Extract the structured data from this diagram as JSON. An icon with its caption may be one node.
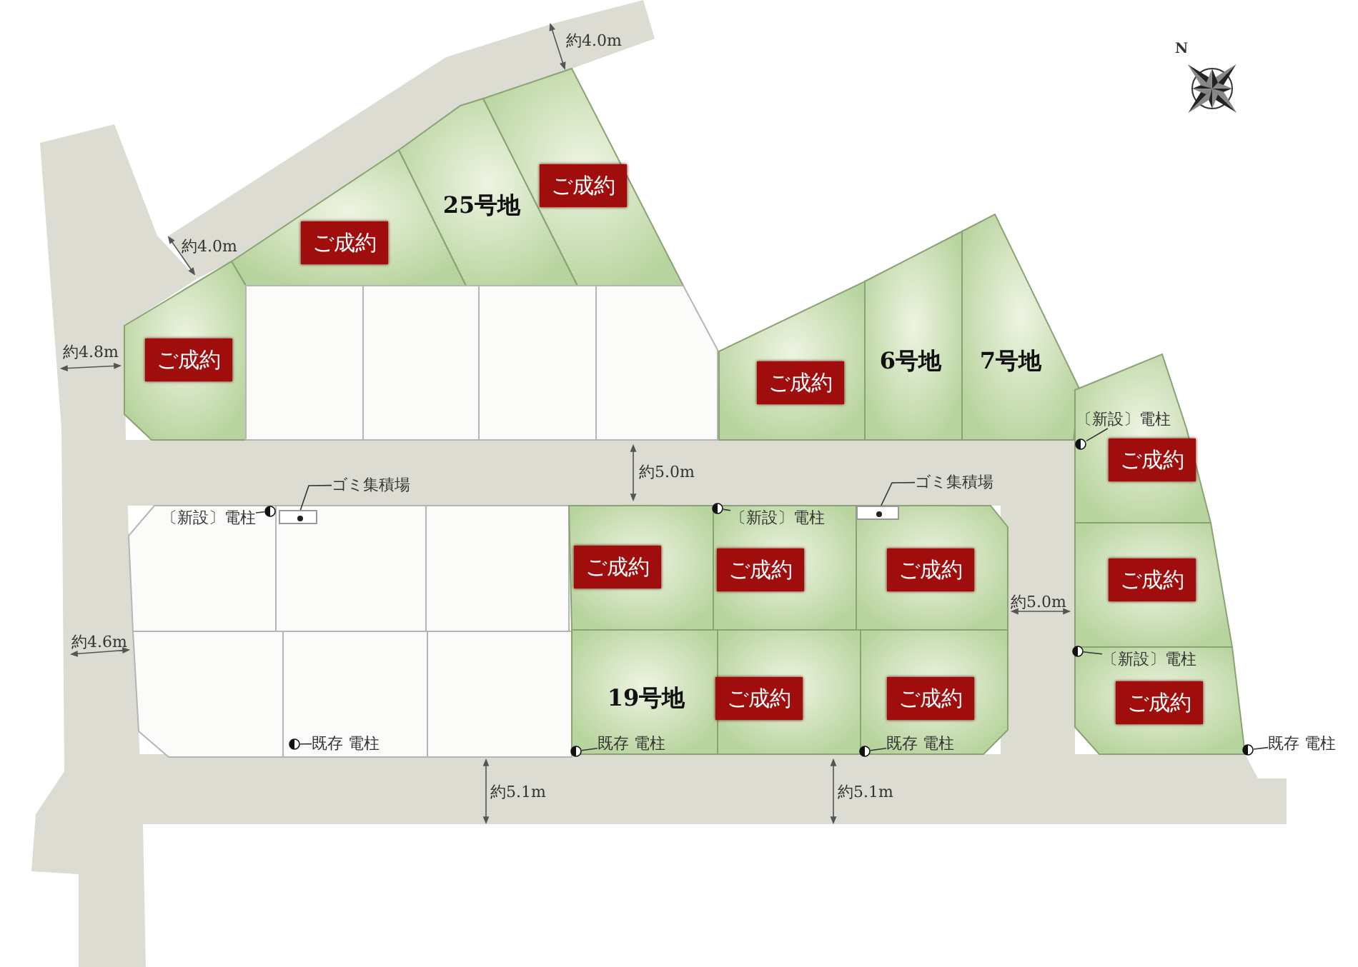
{
  "diagram": {
    "nodes": [
      {
        "text": [
          "ご成約"
        ]
      },
      {
        "text": [
          "25号地"
        ]
      },
      {
        "text": [
          "ご成約"
        ]
      },
      {
        "text": [
          "ご成約"
        ]
      },
      {
        "text": [],
        "shape": "box"
      },
      {
        "text": [],
        "shape": "box"
      },
      {
        "text": [],
        "shape": "box"
      },
      {
        "text": [],
        "shape": "box"
      },
      {
        "text": [
          "ご成約"
        ]
      },
      {
        "text": [
          "6号地"
        ]
      },
      {
        "text": [
          "7号地"
        ]
      },
      {
        "text": [
          "ご成約"
        ]
      },
      {
        "text": [],
        "shape": "box"
      },
      {
        "text": [],
        "shape": "box"
      },
      {
        "text": [],
        "shape": "box"
      },
      {
        "text": [
          "ご成約"
        ]
      },
      {
        "text": [
          "ご成約"
        ]
      },
      {
        "text": [
          "ご成約"
        ]
      },
      {
        "text": [
          "ご成約"
        ]
      },
      {
        "text": [],
        "shape": "box"
      },
      {
        "text": [],
        "shape": "box"
      },
      {
        "text": [],
        "shape": "box"
      },
      {
        "text": [
          "19号地"
        ]
      },
      {
        "text": [
          "ご成約"
        ]
      },
      {
        "text": [
          "ご成約"
        ]
      },
      {
        "text": [
          "ご成約"
        ]
      },
      {
        "text": [
          "〔新設〕電柱"
        ],
        "in": 11
      },
      {
        "text": [],
        "shape": "circle",
        "in": 11
      },
      {
        "text": [
          "ゴミ集積場"
        ]
      },
      {
        "text": [],
        "shape": "box",
        "in": 13
      },
      {
        "text": [
          "ゴミ集積場"
        ]
      },
      {
        "text": [],
        "shape": "box",
        "in": 17
      },
      {
        "text": [
          "〔新設〕電柱"
        ],
        "in": 12
      },
      {
        "text": [],
        "shape": "circle",
        "in": 12
      },
      {
        "text": [
          "〔新設〕電柱"
        ],
        "in": 16
      },
      {
        "text": [],
        "shape": "circle"
      },
      {
        "text": [
          "〔新設〕電柱"
        ],
        "in": 25
      },
      {
        "text": [],
        "shape": "circle"
      },
      {
        "text": [
          "既存 電柱"
        ],
        "in": 20
      },
      {
        "text": [],
        "shape": "circle",
        "in": 20
      },
      {
        "text": [
          "既存 電柱"
        ],
        "in": 22
      },
      {
        "text": [],
        "shape": "circle"
      },
      {
        "text": [
          "既存 電柱"
        ],
        "in": 24
      },
      {
        "text": [],
        "shape": "circle"
      },
      {
        "text": [
          "既存 電柱"
        ]
      },
      {
        "text": [],
        "shape": "circle"
      }
    ],
    "edges": [
      {
        "from": 26,
        "to": 27,
        "arrow": "none"
      },
      {
        "from": 28,
        "to": 29,
        "arrow": "none"
      },
      {
        "from": 30,
        "to": 31,
        "arrow": "none"
      },
      {
        "from": 32,
        "to": 33,
        "arrow": "none"
      },
      {
        "from": 34,
        "to": 35,
        "arrow": "none"
      },
      {
        "from": 36,
        "to": 37,
        "arrow": "none"
      },
      {
        "from": 38,
        "to": 39,
        "arrow": "none"
      },
      {
        "from": 40,
        "to": 41,
        "arrow": "none"
      },
      {
        "from": 42,
        "to": 43,
        "arrow": "none"
      },
      {
        "from": 44,
        "to": 45,
        "arrow": "none"
      }
    ],
    "labels": [
      "約4.0m",
      "N",
      "約4.0m",
      "約4.8m",
      "約5.0m",
      "約5.0m",
      "約4.6m",
      "約5.1m",
      "約5.1m"
    ]
  }
}
